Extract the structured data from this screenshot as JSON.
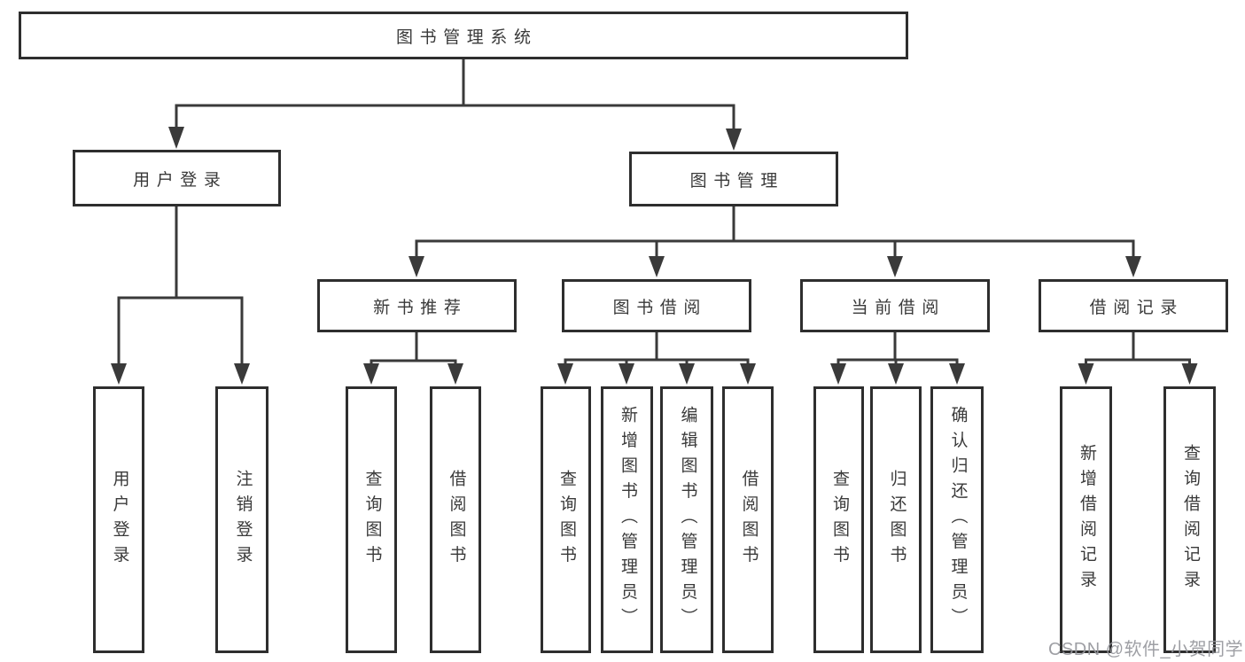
{
  "diagram": {
    "root": "图书管理系统",
    "branches": {
      "user_login": {
        "label": "用户登录",
        "children": [
          "用户登录",
          "注销登录"
        ]
      },
      "book_mgmt": {
        "label": "图书管理",
        "sections": [
          {
            "label": "新书推荐",
            "children": [
              "查询图书",
              "借阅图书"
            ]
          },
          {
            "label": "图书借阅",
            "children": [
              "查询图书",
              "新增图书（管理员）",
              "编辑图书（管理员）",
              "借阅图书"
            ]
          },
          {
            "label": "当前借阅",
            "children": [
              "查询图书",
              "归还图书",
              "确认归还（管理员）"
            ]
          },
          {
            "label": "借阅记录",
            "children": [
              "新增借阅记录",
              "查询借阅记录"
            ]
          }
        ]
      }
    }
  },
  "watermark": "CSDN @软件_小贺同学",
  "colors": {
    "line": "#3a3a3a",
    "border": "#2e2e2e",
    "text": "#3a3a3a",
    "watermark": "#96979c",
    "background": "#ffffff"
  }
}
